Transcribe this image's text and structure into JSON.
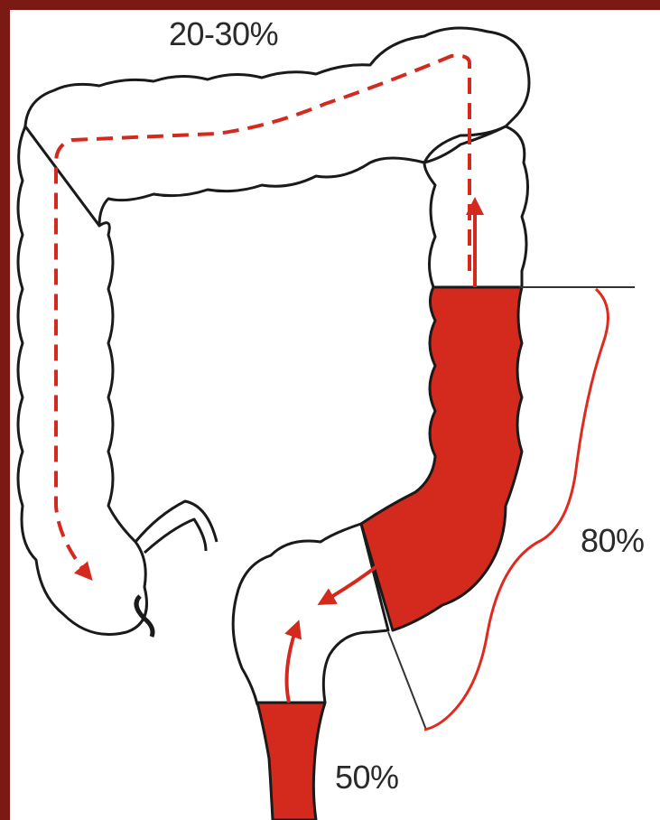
{
  "labels": {
    "transverse": "20-30%",
    "left_colon": "80%",
    "rectum": "50%"
  },
  "colors": {
    "border": "#7a1a12",
    "fill_red": "#d42a1e",
    "outline": "#1a1a1a",
    "bracket": "#e02a1e"
  }
}
